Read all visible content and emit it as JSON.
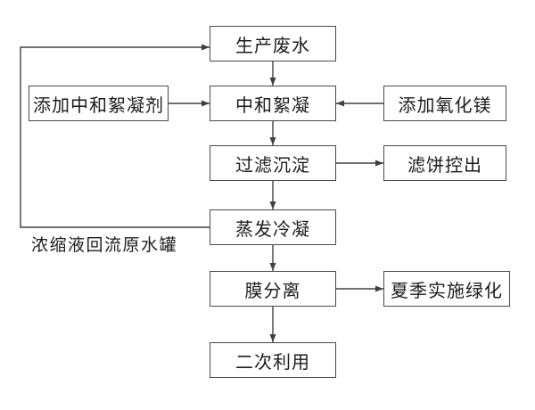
{
  "diagram": {
    "type": "flowchart",
    "background": "#ffffff",
    "line_color": "#404040",
    "border_color": "#4a4a4a",
    "text_color": "#1c1c1c",
    "nodes": {
      "production_wastewater": "生产废水",
      "add_neutralizing_flocculant": "添加中和絮凝剂",
      "neutralization_flocculation": "中和絮凝",
      "add_magnesium_oxide": "添加氧化镁",
      "filtration_sedimentation": "过滤沉淀",
      "filter_cake_out": "滤饼控出",
      "evaporation_condensation": "蒸发冷凝",
      "membrane_separation": "膜分离",
      "summer_greening": "夏季实施绿化",
      "secondary_use": "二次利用"
    },
    "annotation": {
      "recycle_note": "浓缩液回流原水罐"
    },
    "edges": [
      {
        "from": "production_wastewater",
        "to": "neutralization_flocculation",
        "direction": "down"
      },
      {
        "from": "add_neutralizing_flocculant",
        "to": "neutralization_flocculation",
        "direction": "right"
      },
      {
        "from": "add_magnesium_oxide",
        "to": "neutralization_flocculation",
        "direction": "left"
      },
      {
        "from": "neutralization_flocculation",
        "to": "filtration_sedimentation",
        "direction": "down"
      },
      {
        "from": "filtration_sedimentation",
        "to": "filter_cake_out",
        "direction": "right"
      },
      {
        "from": "filtration_sedimentation",
        "to": "evaporation_condensation",
        "direction": "down"
      },
      {
        "from": "evaporation_condensation",
        "to": "production_wastewater",
        "direction": "left-up-right-loop",
        "label": "浓缩液回流原水罐"
      },
      {
        "from": "evaporation_condensation",
        "to": "membrane_separation",
        "direction": "down"
      },
      {
        "from": "membrane_separation",
        "to": "summer_greening",
        "direction": "right"
      },
      {
        "from": "membrane_separation",
        "to": "secondary_use",
        "direction": "down"
      }
    ]
  }
}
